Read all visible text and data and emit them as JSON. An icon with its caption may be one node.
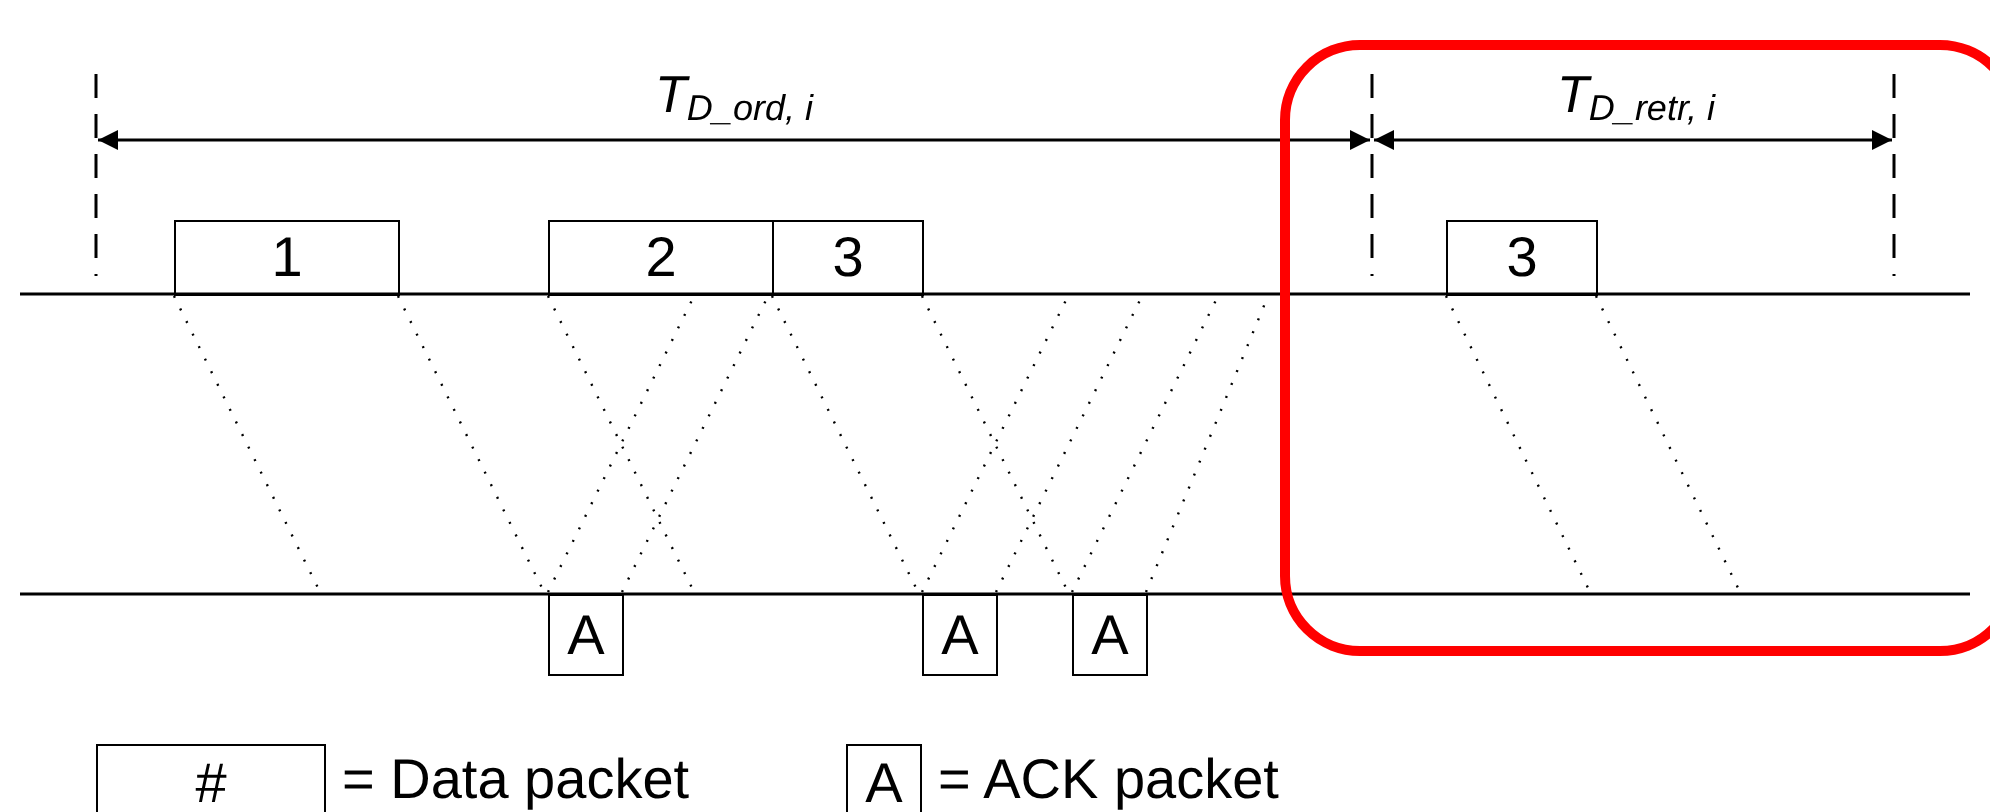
{
  "diagram": {
    "nodes": [
      {
        "text": [],
        "shape": "box"
      },
      {
        "text": [
          "1"
        ]
      },
      {
        "text": [
          "2"
        ]
      },
      {
        "text": [
          "3"
        ]
      },
      {
        "text": [
          "3"
        ],
        "in": 0
      },
      {
        "text": [
          "A"
        ]
      },
      {
        "text": [
          "A"
        ]
      },
      {
        "text": [
          "A"
        ]
      },
      {
        "text": [
          "#"
        ],
        "beside": [
          "= Data packet"
        ]
      },
      {
        "text": [
          "A"
        ],
        "beside": [
          "= ACK packet"
        ]
      }
    ],
    "labels": [
      "T$_{D_ord, i}$",
      "T$_{D_retr, i}$"
    ]
  }
}
